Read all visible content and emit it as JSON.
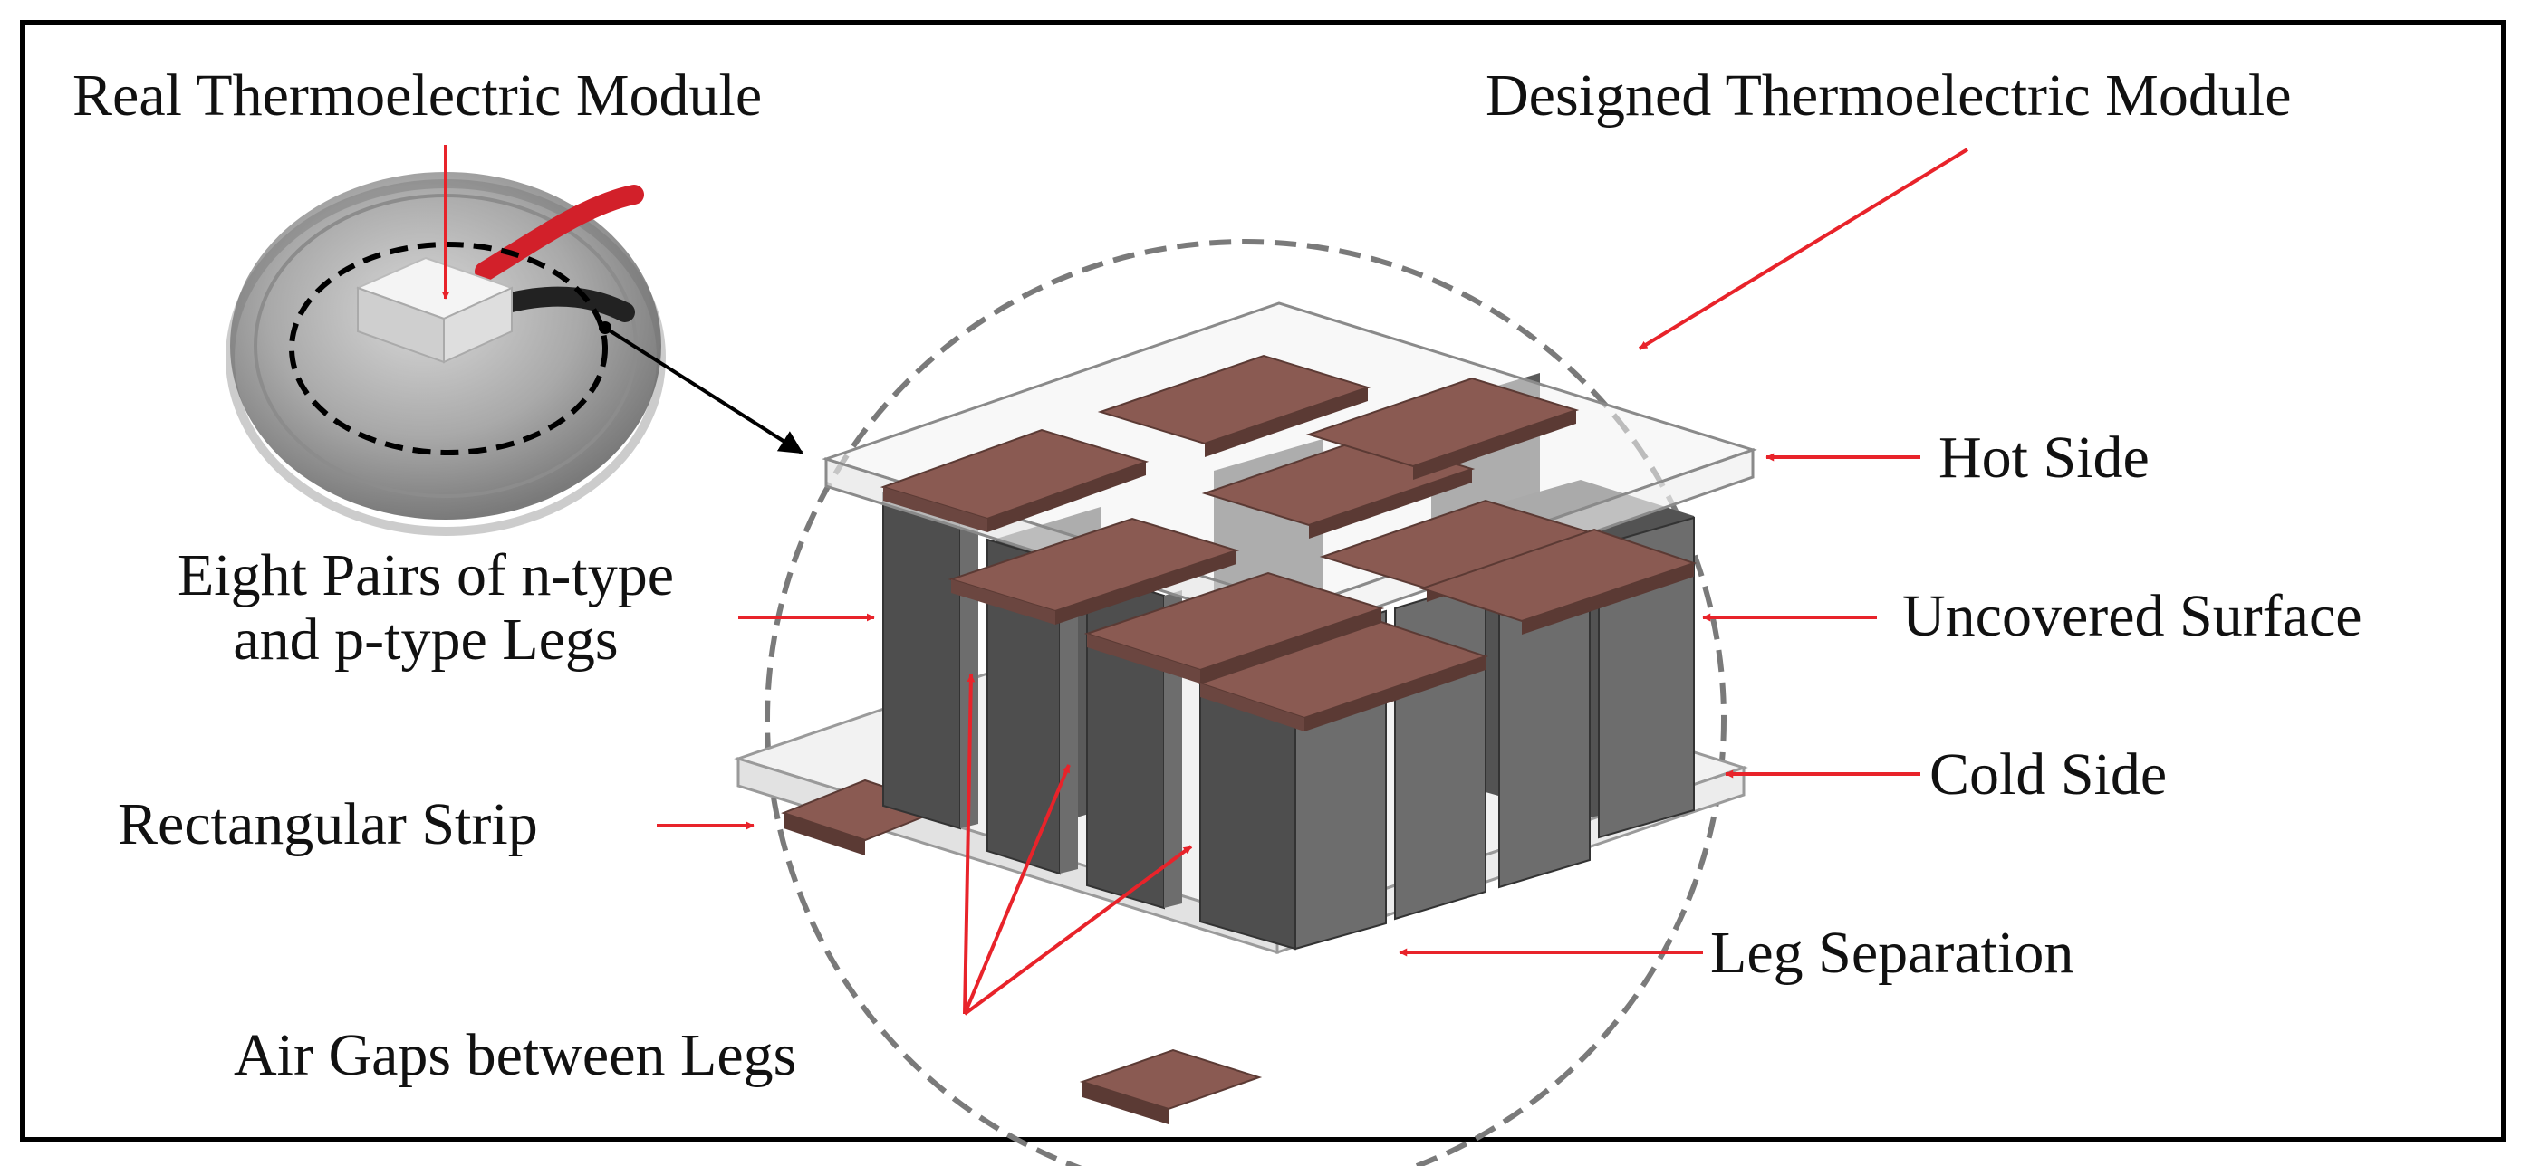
{
  "labels": {
    "real_module": "Real Thermoelectric Module",
    "designed_module": "Designed Thermoelectric Module",
    "hot_side": "Hot Side",
    "legs_line1": "Eight Pairs of n-type",
    "legs_line2": "and p-type Legs",
    "uncovered_surface": "Uncovered Surface",
    "cold_side": "Cold Side",
    "rectangular_strip": "Rectangular Strip",
    "leg_separation": "Leg Separation",
    "air_gaps": "Air Gaps between Legs"
  },
  "colors": {
    "arrow": "#e8232a",
    "pointer": "#000000",
    "copper_top": "#8a5a52",
    "copper_side": "#5b3a34",
    "leg_front": "#4e4e4e",
    "leg_side": "#6d6d6d",
    "substrate": "#eeeeee",
    "dashed_circle": "#7a7a7a"
  }
}
